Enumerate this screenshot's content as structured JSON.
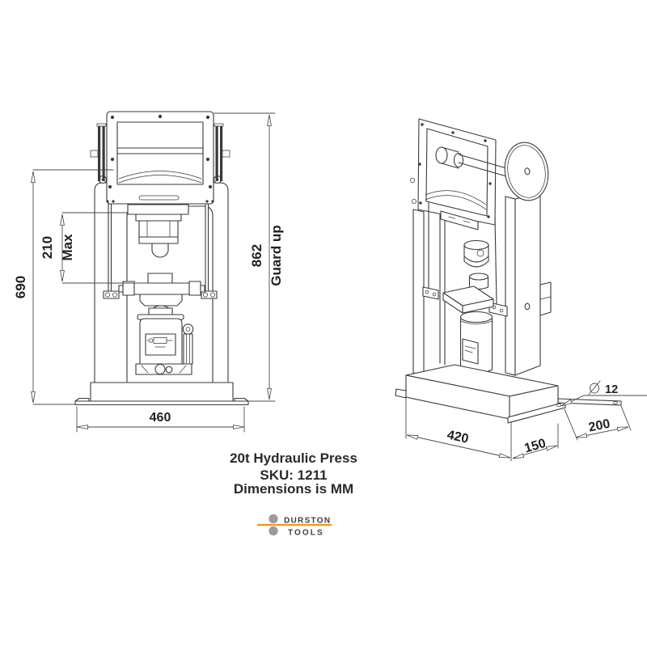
{
  "page": {
    "background": "#ffffff"
  },
  "front_view": {
    "dim_overall_height": "690",
    "dim_daylight": "210",
    "dim_daylight_note": "Max",
    "dim_guard_height": "862",
    "dim_guard_note": "Guard up",
    "dim_base_width": "460"
  },
  "iso_view": {
    "dim_base_length": "420",
    "dim_foot_offset": "150",
    "dim_base_depth": "200",
    "dim_hole_symbol": "⌀",
    "dim_hole_diameter": "12"
  },
  "title_block": {
    "line1": "20t Hydraulic Press",
    "line2": "SKU: 1211",
    "line3": "Dimensions is MM"
  },
  "logo": {
    "name_top": "DURSTON",
    "name_bottom": "TOOLS",
    "accent_color": "#F7941D",
    "roll_color": "#9A9B9D",
    "text_color": "#3E3E40"
  },
  "colors": {
    "drawing_line": "#3A3A3C",
    "dimension_line": "#4A4A4C",
    "text": "#231F20"
  }
}
